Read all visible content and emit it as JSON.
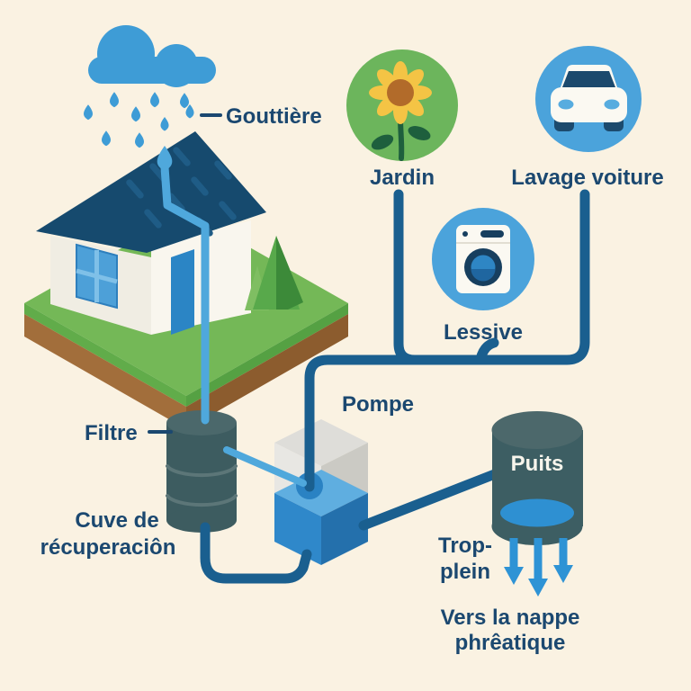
{
  "background_color": "#FAF2E2",
  "palette": {
    "label_text": "#1B4870",
    "pipe_dark": "#1A5F8F",
    "pipe_light": "#4FA8DC",
    "cloud_blue": "#3E9CD6",
    "usage_circle_blue": "#4BA3DB",
    "garden_circle_green": "#6CB55C",
    "tank_teal": "#3D5C60",
    "well_water_blue": "#2E90D2",
    "overflow_arrow_blue": "#2E93D5"
  },
  "labels": {
    "gouttiere": "Gouttière",
    "jardin": "Jardin",
    "lavage_voiture": "Lavage voiture",
    "lessive": "Lessive",
    "pompe": "Pompe",
    "filtre": "Filtre",
    "cuve_line1": "Cuve de",
    "cuve_line2": "récuperaciôn",
    "puits": "Puits",
    "trop_plein_line1": "Trop-",
    "trop_plein_line2": "plein",
    "nappe_line1": "Vers la nappe",
    "nappe_line2": "phrêatique"
  },
  "icons": [
    "rain-cloud-icon",
    "house-icon",
    "pine-tree-icon",
    "sunflower-icon",
    "car-icon",
    "washing-machine-icon",
    "filter-tank-icon",
    "pump-icon",
    "well-icon",
    "arrow-down-icon"
  ],
  "connections": [
    {
      "from": "Gouttière",
      "to": "Cuve de récuperaciôn",
      "via": "Filtre"
    },
    {
      "from": "Cuve de récuperaciôn",
      "to": "Pompe"
    },
    {
      "from": "Pompe",
      "to": "Jardin"
    },
    {
      "from": "Pompe",
      "to": "Lessive"
    },
    {
      "from": "Pompe",
      "to": "Lavage voiture"
    },
    {
      "from": "Pompe",
      "to": "Puits"
    },
    {
      "from": "Puits",
      "to": "Vers la nappe phrêatique",
      "label": "Trop-plein"
    }
  ]
}
